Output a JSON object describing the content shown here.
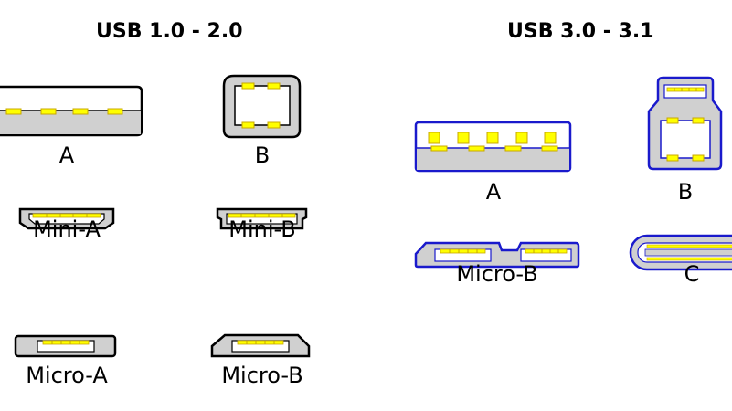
{
  "titles": {
    "left": "USB 1.0 - 2.0",
    "right": "USB 3.0 - 3.1"
  },
  "usb2": {
    "a": "A",
    "b": "B",
    "mini_a": "Mini-A",
    "mini_b": "Mini-B",
    "micro_a": "Micro-A",
    "micro_b": "Micro-B"
  },
  "usb3": {
    "a": "A",
    "b": "B",
    "micro_b": "Micro-B",
    "c": "C"
  },
  "colors": {
    "body_fill": "#d0d0d0",
    "usb2_outline": "#000000",
    "usb3_outline": "#1a1acc",
    "pin": "#ffff00",
    "pin_edge": "#c8a800"
  }
}
